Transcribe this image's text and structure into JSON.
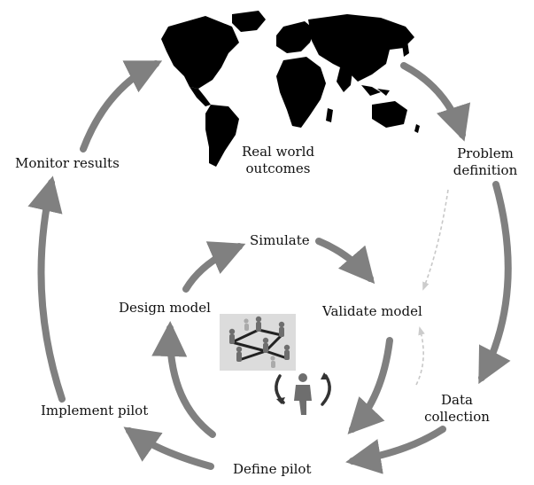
{
  "labels": {
    "real_world_line1": "Real world",
    "real_world_line2": "outcomes",
    "problem_line1": "Problem",
    "problem_line2": "definition",
    "monitor": "Monitor results",
    "simulate": "Simulate",
    "design_model": "Design model",
    "validate_model": "Validate model",
    "implement_pilot": "Implement pilot",
    "data_line1": "Data",
    "data_line2": "collection",
    "define_pilot": "Define pilot"
  },
  "colors": {
    "arrow": "#808080",
    "dashed_arrow": "#c8c8c8",
    "map": "#000000",
    "network_panel": "#dcdcdc",
    "person": "#6e6e6e",
    "person_highlight": "#aaaaaa"
  }
}
